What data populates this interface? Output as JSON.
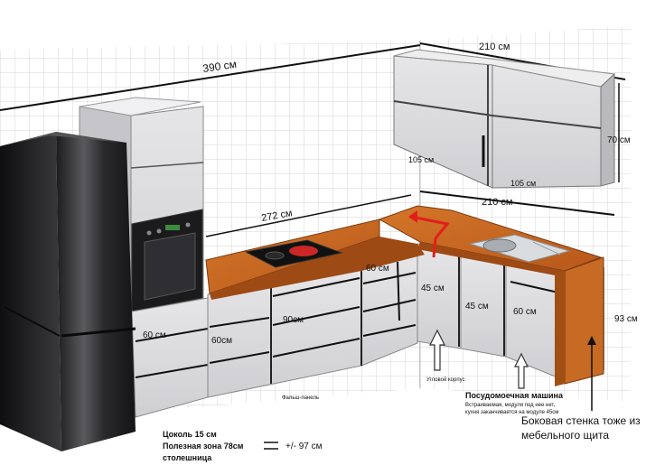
{
  "dimensions": {
    "total_width": "390 см",
    "upper_width": "210 см",
    "upper_left": "105 см",
    "upper_right": "105 см",
    "upper_height": "70 см",
    "counter_left": "272 см",
    "counter_right": "210 см",
    "counter_height": "93 см",
    "module_60_a": "60 см",
    "module_60_b": "60см",
    "module_90": "90см",
    "module_60_c": "60 см",
    "module_45_a": "45 см",
    "module_45_b": "45 см",
    "module_60_d": "60 см"
  },
  "annotations": {
    "corner_case": "Угловой корпус",
    "false_panel": "Фальш-панель",
    "dishwasher_title": "Посудомоечная машина",
    "dishwasher_note_1": "Встраиваемая, модуля под нее нет,",
    "dishwasher_note_2": "кухня заканчивается на модуле 45см",
    "side_wall_1": "Боковая стенка тоже из",
    "side_wall_2": "мебельного щита",
    "plinth": "Цоколь 15 см",
    "useful_zone": "Полезная зона 78см",
    "countertop": "столешница",
    "approx": "+/- 97 см"
  },
  "colors": {
    "countertop": "#c8661e",
    "cabinet": "#d9d9dc",
    "fridge": "#2a2a2c",
    "grid": "#d3d3d3",
    "marker": "#e0201a"
  }
}
